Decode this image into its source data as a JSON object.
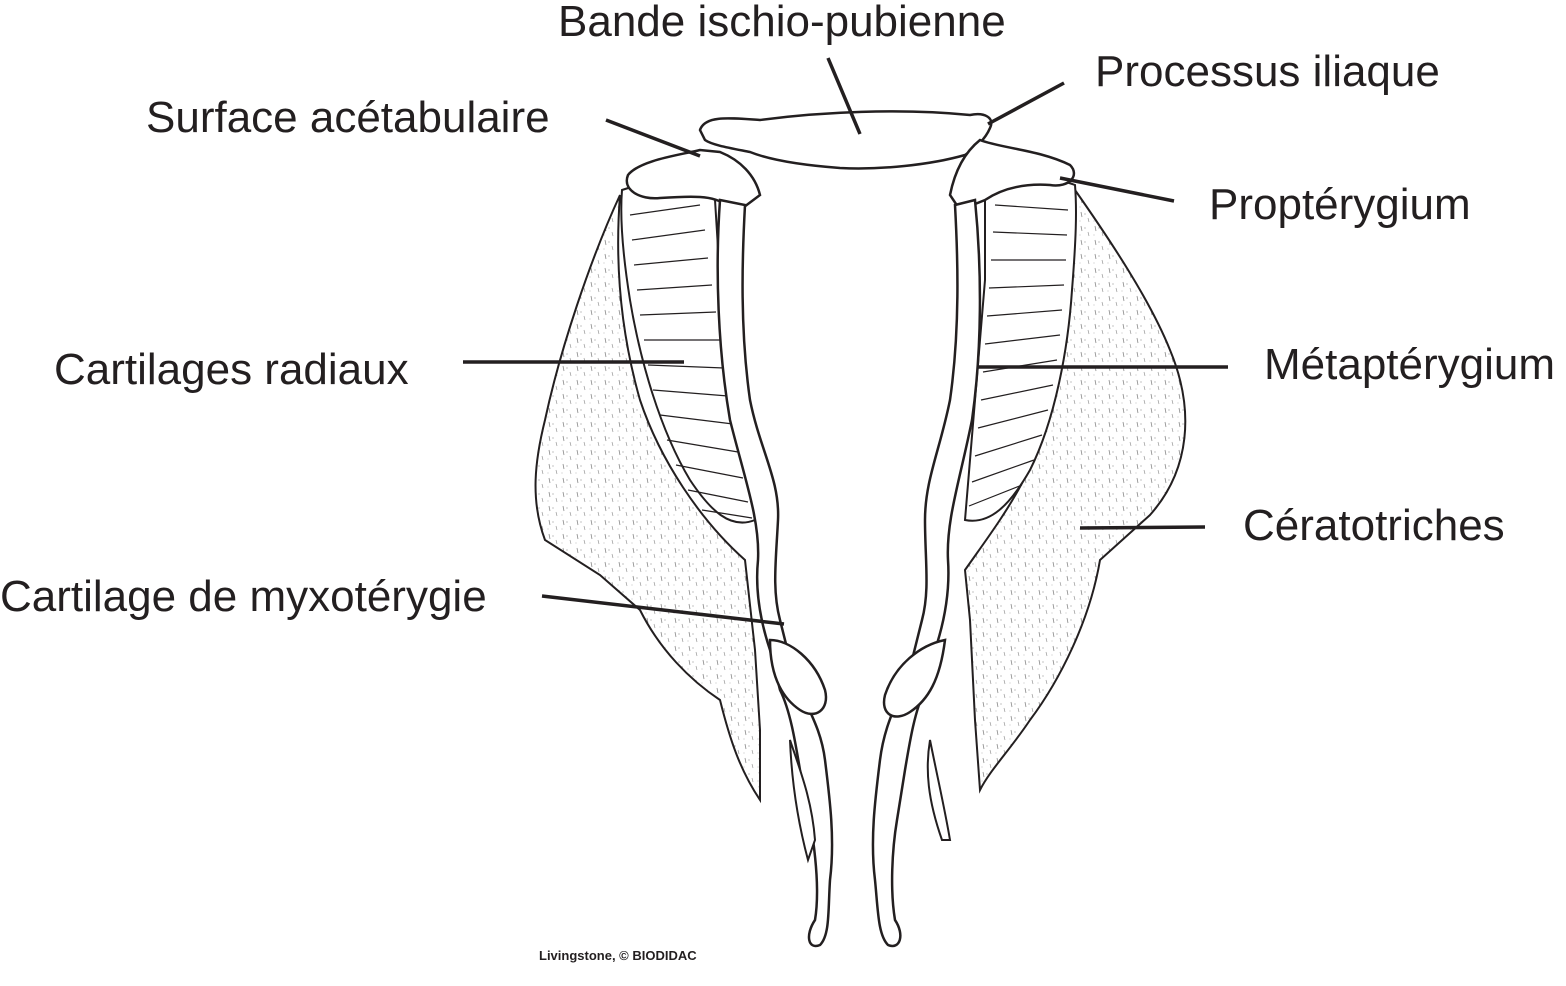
{
  "labels": {
    "bande": "Bande ischio-pubienne",
    "processus": "Processus iliaque",
    "surface": "Surface acétabulaire",
    "propterygium": "Proptérygium",
    "radiaux": "Cartilages radiaux",
    "metapterygium": "Métaptérygium",
    "ceratotriches": "Cératotriches",
    "myxoterygie": "Cartilage de myxotérygie"
  },
  "credit": "Livingstone, © BIODIDAC",
  "colors": {
    "ink": "#231f20",
    "stipple": "#7a7a7a",
    "fill": "#ffffff"
  }
}
